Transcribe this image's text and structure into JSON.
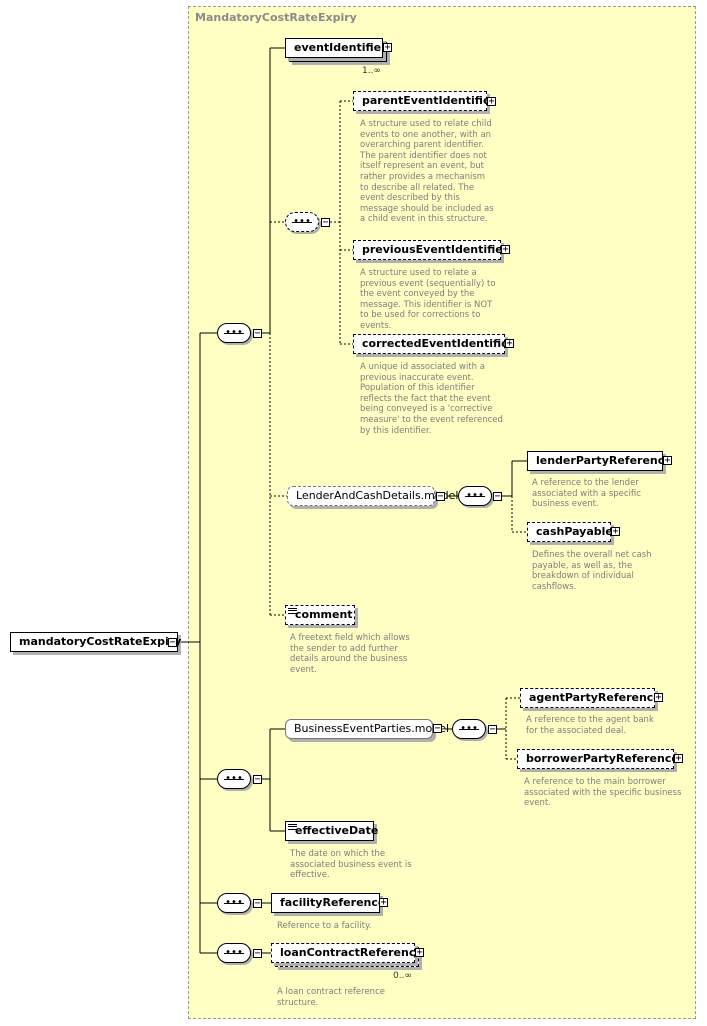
{
  "diagram": {
    "group_title": "MandatoryCostRateExpiry",
    "root": "mandatoryCostRateExpiry",
    "nodes": {
      "eventIdentifier": {
        "label": "eventIdentifier",
        "cardinality": "1..∞"
      },
      "parentEventIdentifier": {
        "label": "parentEventIdentifier",
        "doc": "A structure used to relate child events to one another, with an overarching parent identifier. The parent identifier does not itself represent an event, but rather provides a mechanism to describe all related. The event described by this message should be included as a child event in this structure."
      },
      "previousEventIdentifier": {
        "label": "previousEventIdentifier",
        "doc": "A structure used to relate a previous event (sequentially) to the event conveyed by the message. This identifier is NOT to be used for corrections to events."
      },
      "correctedEventIdentifier": {
        "label": "correctedEventIdentifier",
        "doc": "A unique id associated with a previous inaccurate event. Population of this identifier reflects the fact that the event being conveyed is a 'corrective measure' to the event referenced by this identifier."
      },
      "lenderAndCashDetails": {
        "label": "LenderAndCashDetails.model"
      },
      "lenderPartyReference": {
        "label": "lenderPartyReference",
        "doc": "A reference to the lender associated with a specific business event."
      },
      "cashPayable": {
        "label": "cashPayable",
        "doc": "Defines the overall net cash payable, as well as, the breakdown of individual cashflows."
      },
      "comment": {
        "label": "comment",
        "doc": "A freetext field which allows the sender to add further details around the business event."
      },
      "businessEventParties": {
        "label": "BusinessEventParties.model"
      },
      "agentPartyReference": {
        "label": "agentPartyReference",
        "doc": "A reference to the agent bank for the associated deal."
      },
      "borrowerPartyReference": {
        "label": "borrowerPartyReference",
        "doc": "A reference to the main borrower associated with the specific business event."
      },
      "effectiveDate": {
        "label": "effectiveDate",
        "doc": "The date on which the associated business event is effective."
      },
      "facilityReference": {
        "label": "facilityReference",
        "doc": "Reference to a facility."
      },
      "loanContractReference": {
        "label": "loanContractReference",
        "cardinality": "0..∞",
        "doc": "A loan contract reference structure."
      }
    }
  }
}
